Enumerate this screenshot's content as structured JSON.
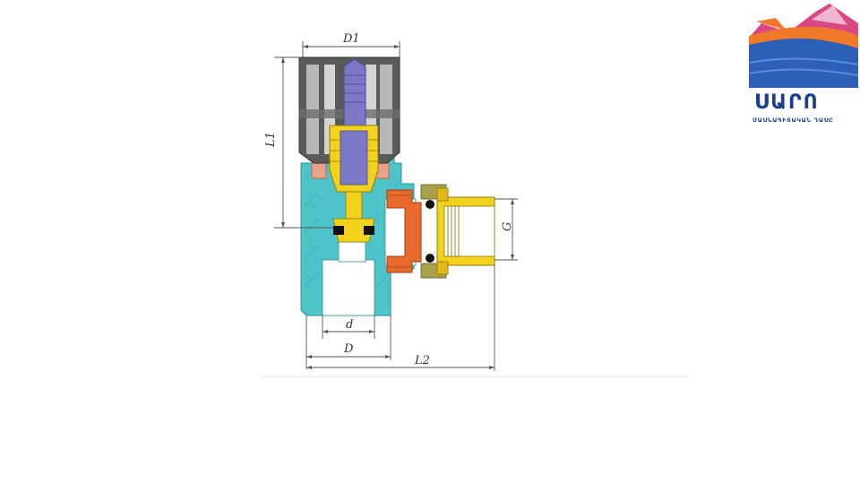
{
  "diagram": {
    "dimensions": {
      "d1": "D1",
      "l1": "L1",
      "g": "G",
      "d_small": "d",
      "d_big": "D",
      "l2": "L2"
    },
    "colors": {
      "body": "#4fc4c8",
      "body_dark": "#2a9fa5",
      "cap": "#5a5a5a",
      "cap_light": "#b7b7b7",
      "spindle": "#7b78c8",
      "brass": "#f2d21b",
      "nut": "#e86a2c",
      "line": "#555555"
    }
  },
  "logo": {
    "text_main": "ՍԱՐՈ",
    "text_sub": "ՄԱՍՆԱԳԻՏԱԿԱՆ ԴԱՍԸ",
    "icon": "abstract-wave-logo-icon",
    "colors": {
      "blue": "#2c5fb8",
      "orange": "#f07a2a",
      "pink": "#d6337a",
      "navy": "#1a3f8f"
    }
  }
}
